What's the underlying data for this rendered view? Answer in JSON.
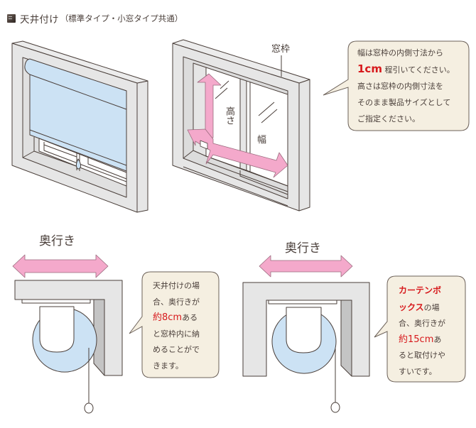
{
  "heading": {
    "title": "天井付け",
    "subtitle": "（標準タイプ・小窓タイプ共通）",
    "icon": "square-bullet-icon"
  },
  "top_left_diagram": {
    "description": "roll-screen-ceiling-mounted-in-window-frame"
  },
  "top_right_diagram": {
    "frame_label": "窓枠",
    "height_label": "高さ",
    "width_label": "幅"
  },
  "top_bubble": {
    "lines": [
      {
        "segments": [
          {
            "text": "幅は窓枠の内側寸法から",
            "style": "normal"
          }
        ]
      },
      {
        "segments": [
          {
            "text": "1cm",
            "style": "red-big"
          },
          {
            "text": " 程引いてください。",
            "style": "normal"
          }
        ]
      },
      {
        "segments": [
          {
            "text": "高さは窓枠の内側寸法を",
            "style": "normal"
          }
        ]
      },
      {
        "segments": [
          {
            "text": "そのまま製品サイズとして",
            "style": "normal"
          }
        ]
      },
      {
        "segments": [
          {
            "text": "ご指定ください。",
            "style": "normal"
          }
        ]
      }
    ]
  },
  "bottom_left": {
    "depth_label": "奥行き",
    "bubble_lines": [
      {
        "segments": [
          {
            "text": "天井付けの場",
            "style": "normal"
          }
        ]
      },
      {
        "segments": [
          {
            "text": "合、奥行きが",
            "style": "normal"
          }
        ]
      },
      {
        "segments": [
          {
            "text": "約8cm",
            "style": "red"
          },
          {
            "text": "ある",
            "style": "normal"
          }
        ]
      },
      {
        "segments": [
          {
            "text": "と窓枠内に納",
            "style": "normal"
          }
        ]
      },
      {
        "segments": [
          {
            "text": "めることがで",
            "style": "normal"
          }
        ]
      },
      {
        "segments": [
          {
            "text": "きます。",
            "style": "normal"
          }
        ]
      }
    ]
  },
  "bottom_right": {
    "depth_label": "奥行き",
    "bubble_lines": [
      {
        "segments": [
          {
            "text": "カーテンボ",
            "style": "red-bold"
          }
        ]
      },
      {
        "segments": [
          {
            "text": "ックス",
            "style": "red-bold"
          },
          {
            "text": "の場",
            "style": "normal"
          }
        ]
      },
      {
        "segments": [
          {
            "text": "合、奥行きが",
            "style": "normal"
          }
        ]
      },
      {
        "segments": [
          {
            "text": "約15cm",
            "style": "red"
          },
          {
            "text": "あ",
            "style": "normal"
          }
        ]
      },
      {
        "segments": [
          {
            "text": "ると取付けや",
            "style": "normal"
          }
        ]
      },
      {
        "segments": [
          {
            "text": "すいです。",
            "style": "normal"
          }
        ]
      }
    ]
  },
  "colors": {
    "outline": "#4a3f3a",
    "frame_fill": "#e6e6e6",
    "frame_shadow": "#c4c4c4",
    "screen_blue": "#cce2f4",
    "arrow_pink": "#f4a9cb",
    "bubble_fill": "#f5efe1",
    "bubble_stroke": "#6b6058",
    "accent_red": "#d7191c"
  }
}
